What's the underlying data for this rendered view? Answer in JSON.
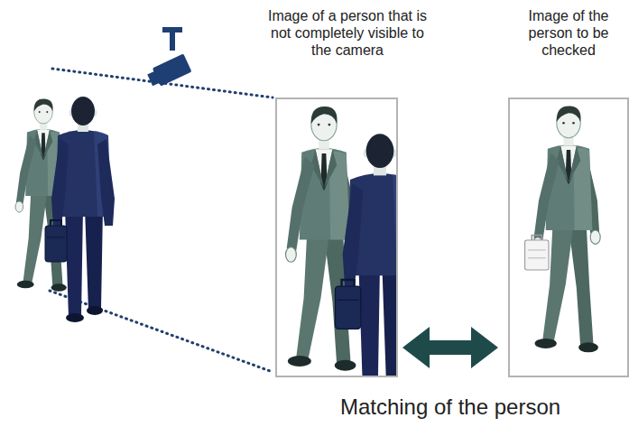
{
  "diagram": {
    "nodes": [
      {
        "text": [
          "Image of a person that is not completely visible to the camera"
        ]
      },
      {
        "text": [
          "Image of the person to be checked"
        ]
      }
    ],
    "edges": [
      {
        "from": 0,
        "to": 1,
        "arrow": "both",
        "label": "Matching of the person"
      }
    ]
  }
}
